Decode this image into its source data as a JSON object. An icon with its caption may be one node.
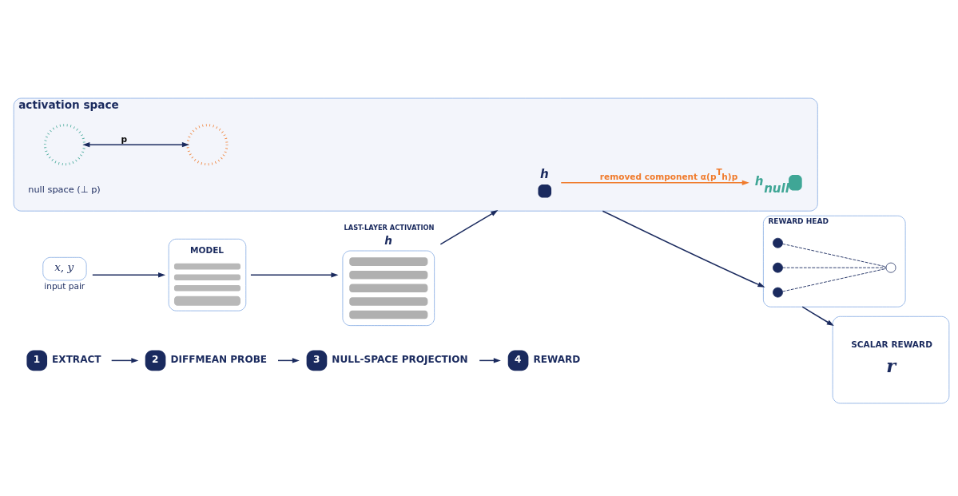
{
  "diagram": {
    "nodes": [
      {
        "text": [
          "1"
        ],
        "beside": [
          "EXTRACT"
        ]
      },
      {
        "text": [
          "2"
        ],
        "beside": [
          "DIFFMEAN PROBE"
        ]
      },
      {
        "text": [
          "3"
        ],
        "beside": [
          "NULL-SPACE PROJECTION"
        ]
      },
      {
        "text": [
          "4"
        ],
        "beside": [
          "REWARD"
        ]
      },
      {
        "text": [
          "MODEL"
        ]
      },
      {
        "text": [
          "x, y"
        ],
        "beside": [
          "input pair"
        ]
      },
      {
        "text": [
          "LAST-LAYER ACTIVATION",
          "h"
        ]
      },
      {
        "text": [
          "activation space"
        ]
      },
      {
        "text": [
          "h"
        ],
        "in": 7
      },
      {
        "text": [
          "h$_{null}$"
        ],
        "in": 7
      },
      {
        "text": [],
        "shape": "circle",
        "in": 7
      },
      {
        "text": [],
        "shape": "circle",
        "in": 7
      },
      {
        "text": [
          "REWARD HEAD"
        ]
      },
      {
        "text": [],
        "shape": "circle",
        "in": 12
      },
      {
        "text": [],
        "shape": "circle",
        "in": 12
      },
      {
        "text": [],
        "shape": "circle",
        "in": 12
      },
      {
        "text": [],
        "shape": "circle",
        "in": 12
      },
      {
        "text": [
          "SCALAR REWARD",
          "r"
        ]
      }
    ],
    "edges": [
      {
        "from": 0,
        "to": 1,
        "arrow": "to"
      },
      {
        "from": 1,
        "to": 2,
        "arrow": "to"
      },
      {
        "from": 2,
        "to": 3,
        "arrow": "to"
      },
      {
        "from": 5,
        "to": 4,
        "arrow": "to"
      },
      {
        "from": 4,
        "to": 6,
        "arrow": "to"
      },
      {
        "from": 6,
        "to": 7,
        "arrow": "to"
      },
      {
        "from": 8,
        "to": 9,
        "arrow": "to",
        "label": "removed component α(p$^{T}$h)p",
        "color": "#f07c2e"
      },
      {
        "from": 10,
        "to": 11,
        "arrow": "both",
        "label": "p"
      },
      {
        "from": 7,
        "to": 12,
        "arrow": "to"
      },
      {
        "from": 13,
        "to": 16,
        "arrow": "none",
        "style": "dashed"
      },
      {
        "from": 14,
        "to": 16,
        "arrow": "none",
        "style": "dashed"
      },
      {
        "from": 15,
        "to": 16,
        "arrow": "none",
        "style": "dashed"
      },
      {
        "from": 12,
        "to": 17,
        "arrow": "to"
      }
    ],
    "labels": [
      "null space (⊥ p)"
    ]
  }
}
